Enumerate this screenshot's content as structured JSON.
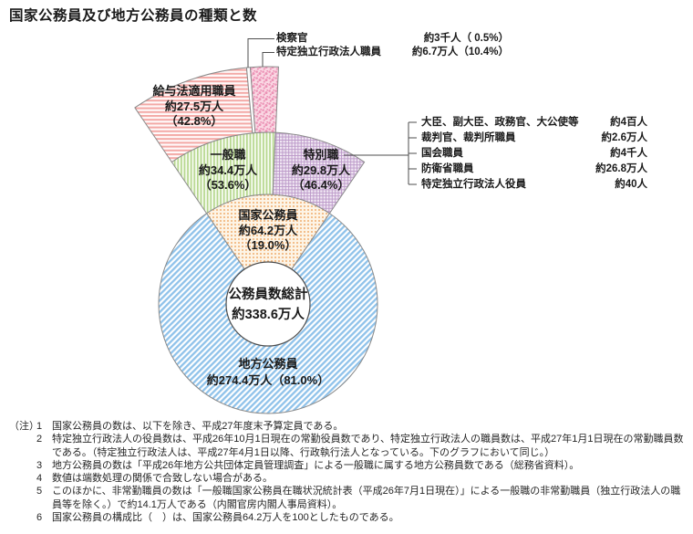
{
  "title": "国家公務員及び地方公務員の種類と数",
  "chart_data": {
    "type": "pie",
    "title": "国家公務員及び地方公務員の種類と数",
    "center_total": {
      "label": "公務員数総計",
      "value": "約338.6万人"
    },
    "rings": [
      {
        "name": "ring-total",
        "segments": [
          {
            "key": "kokka",
            "label": "国家公務員",
            "value": "約64.2万人",
            "pct": 19.0,
            "pattern": "dots-orange"
          },
          {
            "key": "chiho",
            "label": "地方公務員",
            "value": "約274.4万人",
            "pct": 81.0,
            "pattern": "diagonal-blue"
          }
        ]
      },
      {
        "name": "ring-national-breakdown",
        "segments": [
          {
            "key": "ippan",
            "label": "一般職",
            "value": "約34.4万人",
            "pct": 53.6,
            "pattern": "vstripes-green"
          },
          {
            "key": "tokubetsu",
            "label": "特別職",
            "value": "約29.8万人",
            "pct": 46.4,
            "pattern": "grid-purple"
          }
        ]
      },
      {
        "name": "ring-ippan-breakdown",
        "segments": [
          {
            "key": "kyuyo",
            "label": "給与法適用職員",
            "value": "約27.5万人",
            "pct": 42.8,
            "pattern": "hstripes-pink"
          },
          {
            "key": "kensatsu",
            "label": "検察官",
            "value": "約3千人",
            "pct": 0.5,
            "pattern": "plain-white"
          },
          {
            "key": "tokutei",
            "label": "特定独立行政法人職員",
            "value": "約6.7万人",
            "pct": 10.4,
            "pattern": "speckle-pink"
          }
        ]
      }
    ],
    "tokubetsu_breakdown": [
      {
        "label": "大臣、副大臣、政務官、大公使等",
        "value": "約4百人"
      },
      {
        "label": "裁判官、裁判所職員",
        "value": "約2.6万人"
      },
      {
        "label": "国会職員",
        "value": "約4千人"
      },
      {
        "label": "防衛省職員",
        "value": "約26.8万人"
      },
      {
        "label": "特定独立行政法人役員",
        "value": "約40人"
      }
    ]
  },
  "labels": {
    "kyuyo": [
      "給与法適用職員",
      "約27.5万人",
      "（42.8%）"
    ],
    "ippan": [
      "一般職",
      "約34.4万人",
      "（53.6%）"
    ],
    "tokubetsu": [
      "特別職",
      "約29.8万人",
      "（46.4%）"
    ],
    "kokka": [
      "国家公務員",
      "約64.2万人",
      "（19.0%）"
    ],
    "center": [
      "公務員数総計",
      "約338.6万人"
    ],
    "chiho": [
      "地方公務員",
      "約274.4万人（81.0%）"
    ]
  },
  "top_callouts": [
    {
      "label": "検察官",
      "value": "約3千人（ 0.5%）"
    },
    {
      "label": "特定独立行政法人職員",
      "value": "約6.7万人（10.4%）"
    }
  ],
  "colors": {
    "blue": "#8fc2ea",
    "orange_dot": "#f0b174",
    "orange_bg": "#fdf4e6",
    "green": "#b6d78e",
    "green_bg": "#f7fbf1",
    "purple": "#bb98c8",
    "purple_bg": "#efe5f2",
    "pink_stripe": "#f3a8a5",
    "pink_bg": "#fffafa",
    "speckle_dot": "#ec93b6",
    "speckle_bg": "#fad7e3",
    "outline": "#8a8a8a",
    "line": "#4d4d4d"
  },
  "notes": {
    "prefix": "（注）",
    "items": [
      {
        "num": "1",
        "text": "国家公務員の数は、以下を除き、平成27年度末予算定員である。"
      },
      {
        "num": "2",
        "text": "特定独立行政法人の役員数は、平成26年10月1日現在の常勤役員数であり、特定独立行政法人の職員数は、平成27年1月1日現在の常勤職員数である。（特定独立行政法人は、平成27年4月1日以降、行政執行法人となっている。下のグラフにおいて同じ。）"
      },
      {
        "num": "3",
        "text": "地方公務員の数は「平成26年地方公共団体定員管理調査」による一般職に属する地方公務員数である（総務省資料）。"
      },
      {
        "num": "4",
        "text": "数値は端数処理の関係で合致しない場合がある。"
      },
      {
        "num": "5",
        "text": "このほかに、非常勤職員の数は「一般職国家公務員在職状況統計表（平成26年7月1日現在）」による一般職の非常勤職員（独立行政法人の職員等を除く。）で約14.1万人である（内閣官房内閣人事局資料）。"
      },
      {
        "num": "6",
        "text": "国家公務員の構成比（　）は、国家公務員64.2万人を100としたものである。"
      }
    ]
  }
}
